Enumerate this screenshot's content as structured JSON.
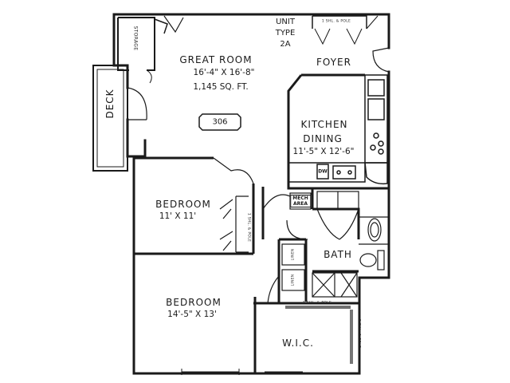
{
  "unit": {
    "line1": "UNIT",
    "line2": "TYPE",
    "line3": "2A"
  },
  "badge": "306",
  "rooms": {
    "great_room": {
      "name": "GREAT ROOM",
      "dims": "16'-4\" X 16'-8\"",
      "area": "1,145 SQ. FT."
    },
    "foyer": {
      "name": "FOYER"
    },
    "kitchen": {
      "name": "KITCHEN",
      "name2": "DINING",
      "dims": "11'-5\" X 12'-6\""
    },
    "bedroom1": {
      "name": "BEDROOM",
      "dims": "11' X 11'"
    },
    "bedroom2": {
      "name": "BEDROOM",
      "dims": "14'-5\" X 13'"
    },
    "bath": {
      "name": "BATH"
    },
    "wic": {
      "name": "W.I.C."
    },
    "deck": {
      "name": "DECK"
    },
    "storage": {
      "name": "STORAGE"
    },
    "mech": {
      "name1": "MECH",
      "name2": "AREA"
    },
    "dw": {
      "name": "DW"
    },
    "shelf_pole_foyer": "1 SHL. & POLE",
    "shelf_pole_bed1": "1 SHL. & POLE",
    "shelf_pole_wic_top": "1 SHL. & POLE",
    "shelf_pole_wic_side": "1 SHL. & POLE",
    "linen1": "LINEN",
    "linen2": "LINEN"
  }
}
